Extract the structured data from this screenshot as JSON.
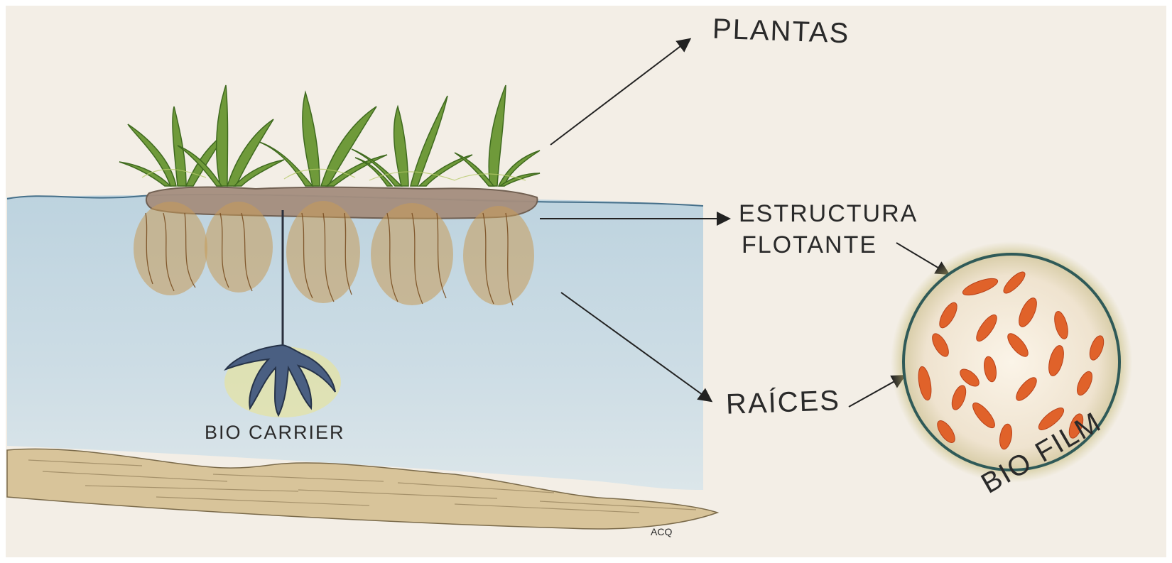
{
  "labels": {
    "plantas": "PLANTAS",
    "estructura": "ESTRUCTURA",
    "flotante": "FLOTANTE",
    "raices": "RAÍCES",
    "bio_carrier": "BIO CARRIER",
    "bio_film": "BIO FILM",
    "signature": "ACQ"
  },
  "colors": {
    "paper": "#f3eee6",
    "water": "#bdd3e0",
    "sediment": "#d8c49a",
    "plant_green": "#6f9a3a",
    "root_brown": "#a8743a",
    "carrier_blue": "#4a5f82",
    "biofilm_ring": "#b8ad62",
    "biofilm_cell": "#e0622a",
    "ink": "#2a2a2a"
  }
}
